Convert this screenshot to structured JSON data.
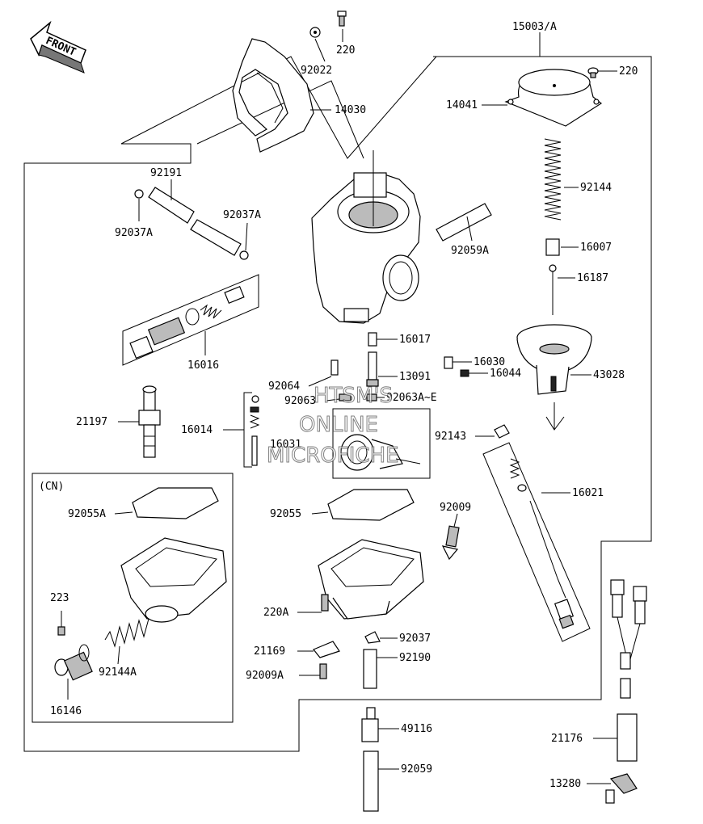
{
  "front_label": "FRONT",
  "cn_label": "(CN)",
  "parts": {
    "p15003A": "15003/A",
    "p220_top": "220",
    "p92022": "92022",
    "p14030": "14030",
    "p220_cap": "220",
    "p14041": "14041",
    "p92191": "92191",
    "p92037A_left": "92037A",
    "p92037A_right": "92037A",
    "p92144": "92144",
    "p92059A": "92059A",
    "p16007": "16007",
    "p16187": "16187",
    "p16016": "16016",
    "p16017": "16017",
    "p16030": "16030",
    "p16044": "16044",
    "p43028": "43028",
    "p92064": "92064",
    "p13091": "13091",
    "p92063": "92063",
    "p92063AE": "92063A~E",
    "p21197": "21197",
    "p16014": "16014",
    "p16031": "16031",
    "p92143": "92143",
    "p16021": "16021",
    "p92055A": "92055A",
    "p92055": "92055",
    "p92009": "92009",
    "p223": "223",
    "p220A": "220A",
    "p92037": "92037",
    "p21169": "21169",
    "p92190": "92190",
    "p92144A": "92144A",
    "p92009A": "92009A",
    "p16146": "16146",
    "p49116": "49116",
    "p21176": "21176",
    "p92059": "92059",
    "p13280": "13280"
  },
  "watermark": {
    "line1": "HTSM'S",
    "line2": "ONLINE",
    "line3": "MICROFICHE"
  }
}
